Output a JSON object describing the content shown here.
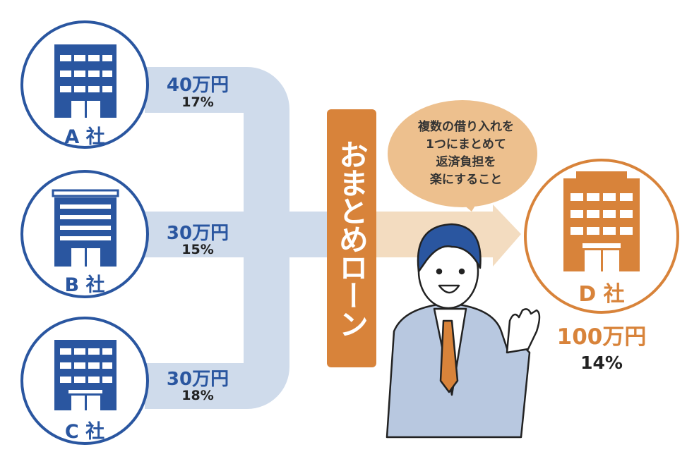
{
  "lenders": [
    {
      "name": "A 社",
      "amount": "40万円",
      "rate": "17%"
    },
    {
      "name": "B 社",
      "amount": "30万円",
      "rate": "15%"
    },
    {
      "name": "C 社",
      "amount": "30万円",
      "rate": "18%"
    }
  ],
  "loan_label": "おまとめローン",
  "bubble_lines": [
    "複数の借り入れを",
    "1つにまとめて",
    "返済負担を",
    "楽にすること"
  ],
  "result": {
    "name": "D 社",
    "amount": "100万円",
    "rate": "14%"
  },
  "colors": {
    "blue": "#2a56a0",
    "orange": "#d8833a",
    "pipe": "#cfdbeb",
    "arrow": "#f3dcc0",
    "bubble": "#edc08e"
  }
}
